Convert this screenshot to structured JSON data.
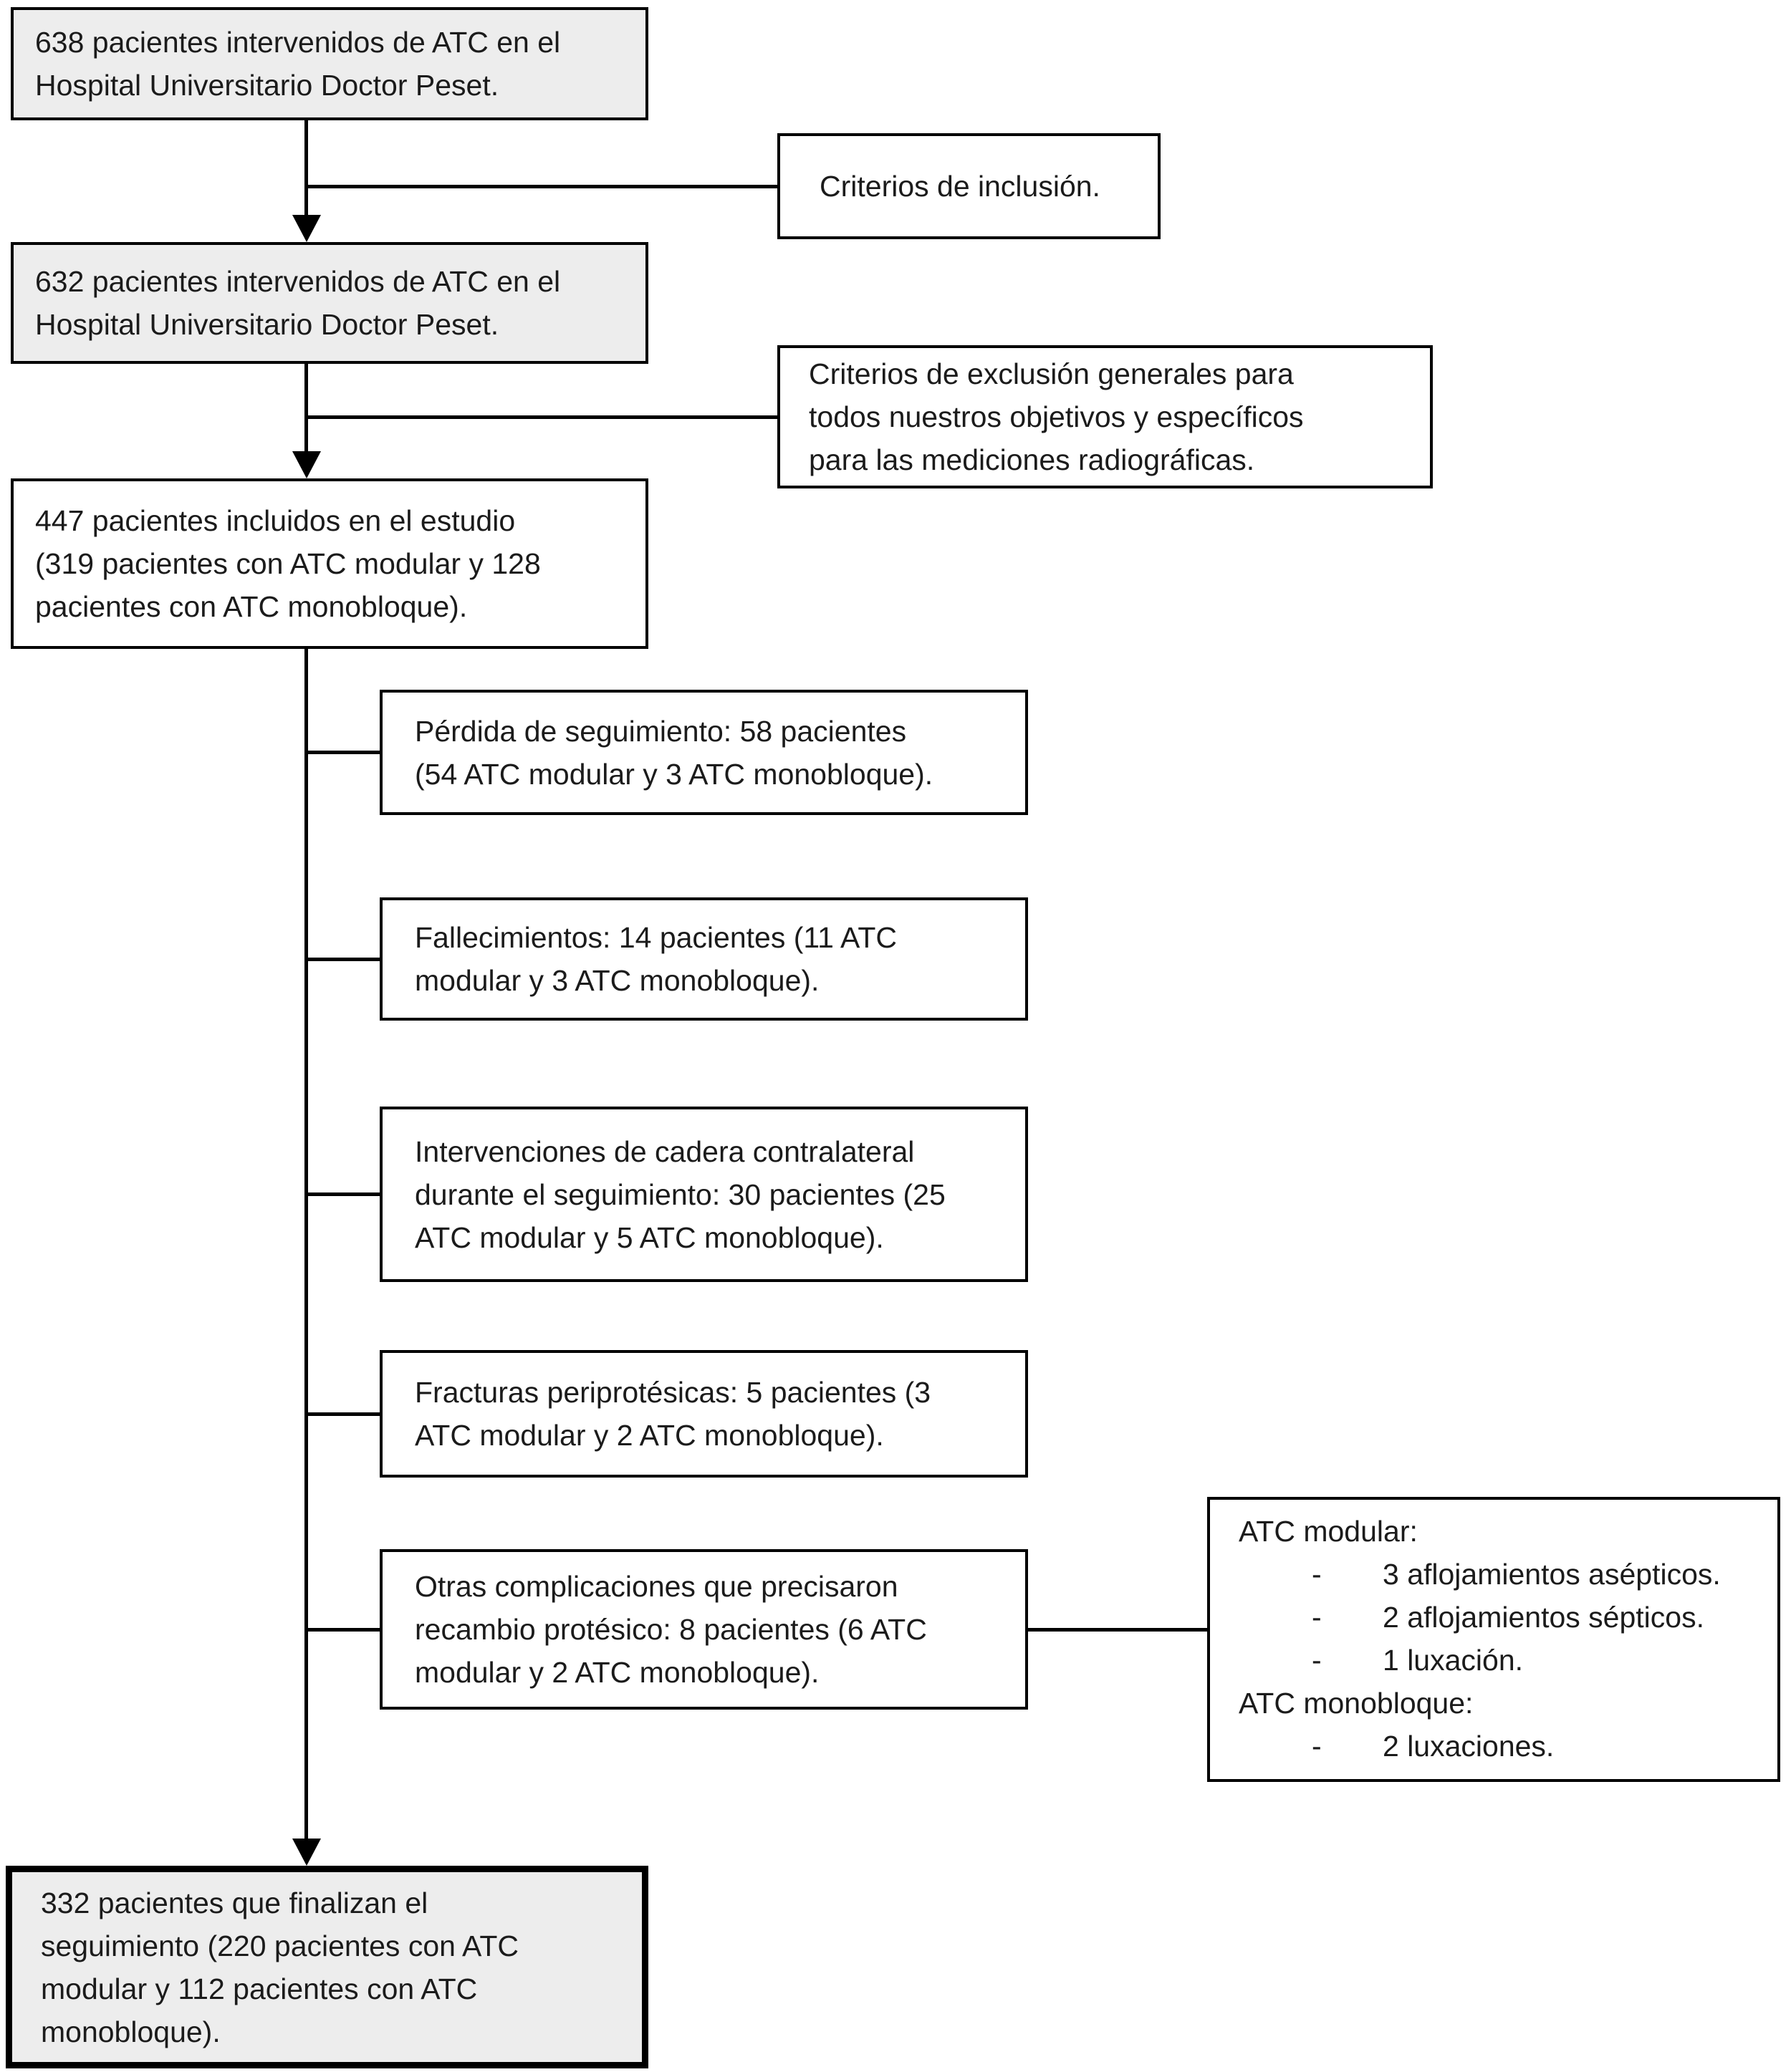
{
  "diagram": {
    "type": "flowchart",
    "language": "es",
    "colors": {
      "background": "#ffffff",
      "box_fill_shaded": "#ededed",
      "box_fill_plain": "#ffffff",
      "border": "#000000",
      "connector": "#000000",
      "text": "#1b1b1b"
    },
    "nodes": {
      "enrolled_638": "638 pacientes intervenidos de ATC en el\nHospital Universitario Doctor Peset.",
      "inclusion_criteria": "Criterios de inclusión.",
      "after_inclusion_632": "632 pacientes intervenidos de ATC en el\nHospital Universitario Doctor Peset.",
      "exclusion_criteria": "Criterios de exclusión generales para\ntodos nuestros objetivos y específicos\npara las mediciones radiográficas.",
      "included_447": "447 pacientes incluidos en el estudio\n(319 pacientes con ATC modular y 128\npacientes con ATC monobloque).",
      "lost_followup": "Pérdida de seguimiento: 58 pacientes\n(54 ATC modular y 3 ATC monobloque).",
      "deaths": "Fallecimientos: 14 pacientes (11 ATC\nmodular y 3 ATC monobloque).",
      "contralateral_interventions": "Intervenciones de cadera contralateral\ndurante el seguimiento: 30 pacientes (25\nATC modular y 5 ATC monobloque).",
      "periprosthetic_fractures": "Fracturas periprotésicas: 5 pacientes (3\nATC modular y 2 ATC monobloque).",
      "other_complications": "Otras complicaciones que precisaron\nrecambio protésico: 8 pacientes (6 ATC\nmodular y 2 ATC monobloque).",
      "complication_detail": {
        "bullet": "-",
        "modular_header": "ATC modular:",
        "modular_items": [
          "3 aflojamientos asépticos.",
          "2 aflojamientos sépticos.",
          "1 luxación."
        ],
        "monobloque_header": "ATC monobloque:",
        "monobloque_items": [
          "2 luxaciones."
        ]
      },
      "final_332": "332 pacientes que finalizan el\nseguimiento (220 pacientes con ATC\nmodular y 112 pacientes con ATC\nmonobloque)."
    }
  }
}
